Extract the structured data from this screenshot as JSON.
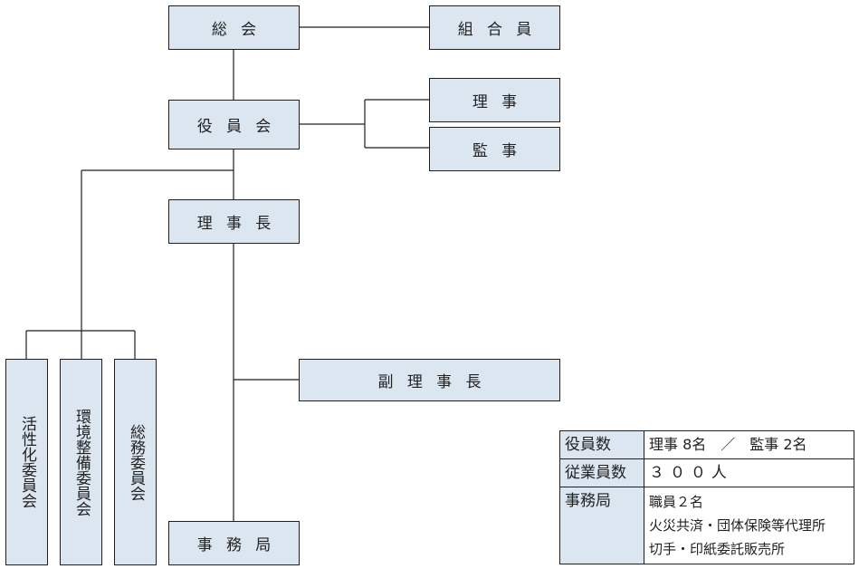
{
  "org": {
    "general_meeting": "総会",
    "union_members": "組合員",
    "board": "役員会",
    "directors": "理事",
    "auditors": "監事",
    "chairman": "理事長",
    "vice_chairman": "副理事長",
    "secretariat": "事務局",
    "committees": [
      "活性化委員会",
      "環境整備委員会",
      "総務委員会"
    ]
  },
  "info_table": {
    "officers_label": "役員数",
    "officers_value": "理事 8名　／　監事 2名",
    "employees_label": "従業員数",
    "employees_value": "３００人",
    "office_label": "事務局",
    "office_lines": [
      "職員２名",
      "火災共済・団体保険等代理所",
      "切手・印紙委託販売所"
    ]
  },
  "colors": {
    "box_fill": "#dce6f1",
    "line": "#1f1f1f"
  }
}
